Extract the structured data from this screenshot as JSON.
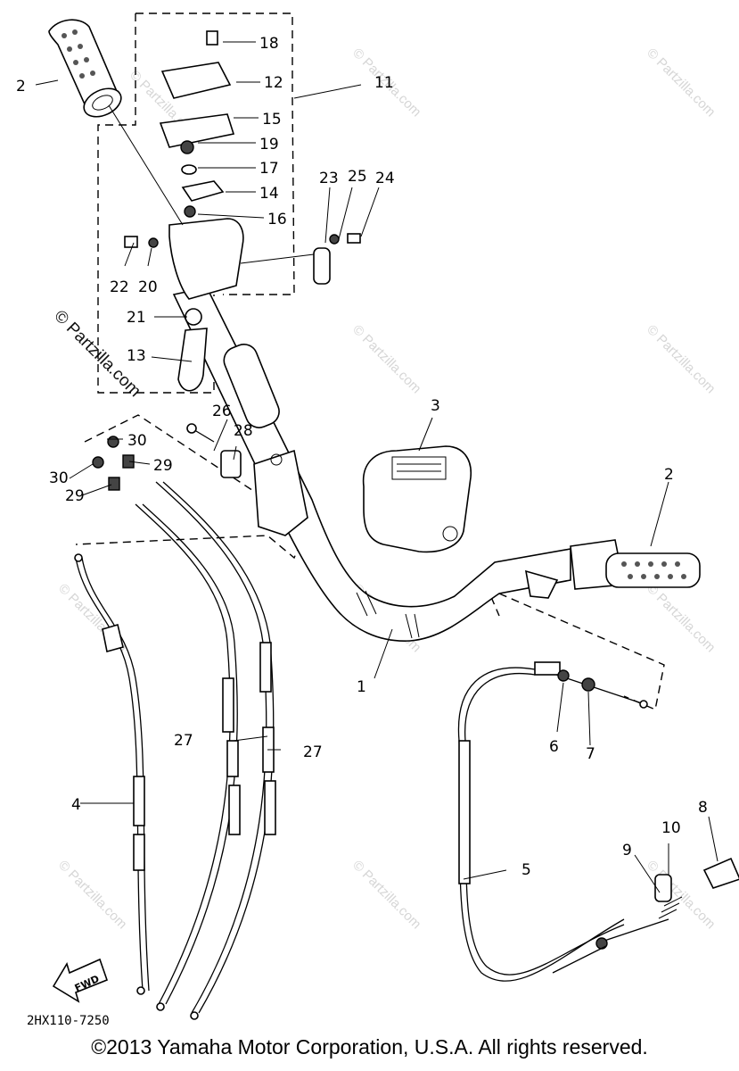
{
  "diagram": {
    "watermark_text": "© Partzilla.com",
    "drawing_code": "2HX110-7250",
    "fwd_label": "FWD",
    "copyright": "©2013  Yamaha Motor Corporation, U.S.A. All rights reserved.",
    "callouts": [
      "1",
      "2",
      "2",
      "3",
      "4",
      "5",
      "6",
      "7",
      "8",
      "9",
      "10",
      "11",
      "12",
      "13",
      "14",
      "15",
      "16",
      "17",
      "18",
      "19",
      "20",
      "21",
      "22",
      "23",
      "24",
      "25",
      "26",
      "27",
      "27",
      "28",
      "29",
      "29",
      "30",
      "30"
    ]
  }
}
